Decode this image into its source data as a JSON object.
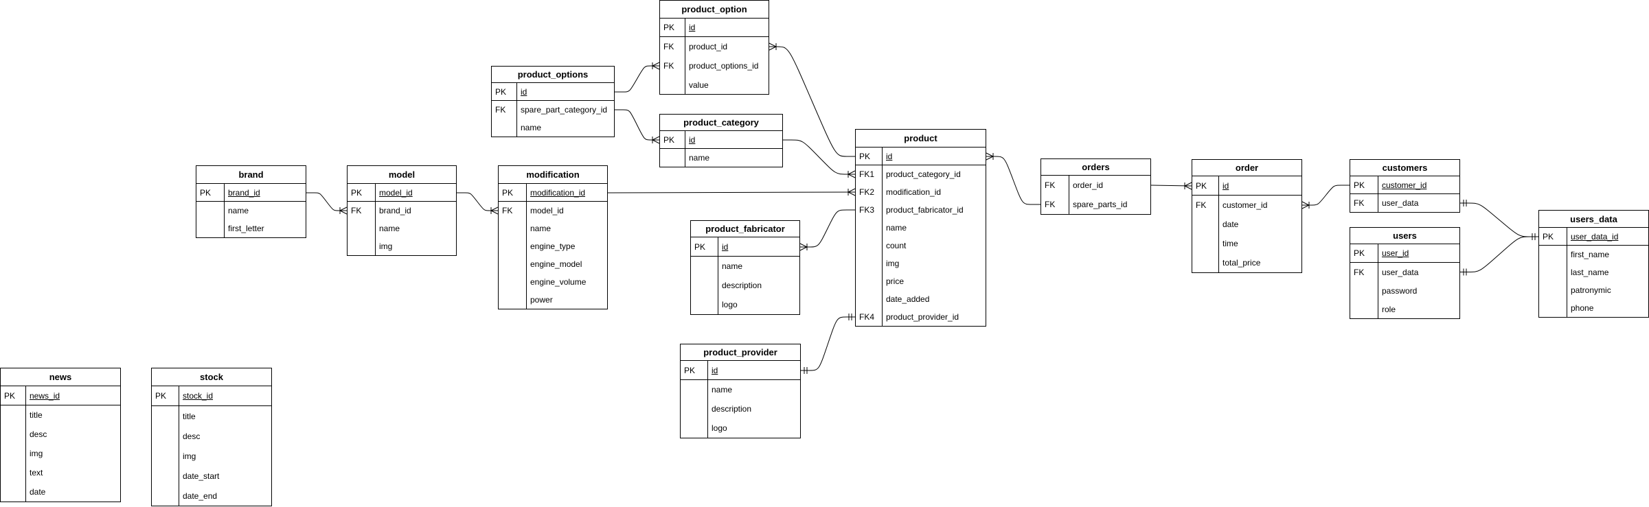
{
  "diagram": {
    "entities": [
      {
        "id": "product_option",
        "title": "product_option",
        "rows": [
          {
            "key": "PK",
            "field": "id",
            "pk": true
          },
          {
            "key": "FK",
            "field": "product_id"
          },
          {
            "key": "FK",
            "field": "product_options_id"
          },
          {
            "key": "",
            "field": "value"
          }
        ]
      },
      {
        "id": "product_options",
        "title": "product_options",
        "rows": [
          {
            "key": "PK",
            "field": "id",
            "pk": true
          },
          {
            "key": "FK",
            "field": "spare_part_category_id"
          },
          {
            "key": "",
            "field": "name"
          }
        ]
      },
      {
        "id": "product_category",
        "title": "product_category",
        "rows": [
          {
            "key": "PK",
            "field": "id",
            "pk": true
          },
          {
            "key": "",
            "field": "name"
          }
        ]
      },
      {
        "id": "product",
        "title": "product",
        "rows": [
          {
            "key": "PK",
            "field": "id",
            "pk": true
          },
          {
            "key": "FK1",
            "field": "product_category_id"
          },
          {
            "key": "FK2",
            "field": "modification_id"
          },
          {
            "key": "FK3",
            "field": "product_fabricator_id"
          },
          {
            "key": "",
            "field": "name"
          },
          {
            "key": "",
            "field": "count"
          },
          {
            "key": "",
            "field": "img"
          },
          {
            "key": "",
            "field": "price"
          },
          {
            "key": "",
            "field": "date_added"
          },
          {
            "key": "FK4",
            "field": "product_provider_id"
          }
        ]
      },
      {
        "id": "brand",
        "title": "brand",
        "rows": [
          {
            "key": "PK",
            "field": "brand_id",
            "pk": true
          },
          {
            "key": "",
            "field": "name"
          },
          {
            "key": "",
            "field": "first_letter"
          }
        ]
      },
      {
        "id": "model",
        "title": "model",
        "rows": [
          {
            "key": "PK",
            "field": "model_id",
            "pk": true
          },
          {
            "key": "FK",
            "field": "brand_id"
          },
          {
            "key": "",
            "field": "name"
          },
          {
            "key": "",
            "field": "img"
          }
        ]
      },
      {
        "id": "modification",
        "title": "modification",
        "rows": [
          {
            "key": "PK",
            "field": "modification_id",
            "pk": true
          },
          {
            "key": "FK",
            "field": "model_id"
          },
          {
            "key": "",
            "field": "name"
          },
          {
            "key": "",
            "field": "engine_type"
          },
          {
            "key": "",
            "field": "engine_model"
          },
          {
            "key": "",
            "field": "engine_volume"
          },
          {
            "key": "",
            "field": "power"
          }
        ]
      },
      {
        "id": "product_fabricator",
        "title": "product_fabricator",
        "rows": [
          {
            "key": "PK",
            "field": "id",
            "pk": true
          },
          {
            "key": "",
            "field": "name"
          },
          {
            "key": "",
            "field": "description"
          },
          {
            "key": "",
            "field": "logo"
          }
        ]
      },
      {
        "id": "product_provider",
        "title": "product_provider",
        "rows": [
          {
            "key": "PK",
            "field": "id",
            "pk": true
          },
          {
            "key": "",
            "field": "name"
          },
          {
            "key": "",
            "field": "description"
          },
          {
            "key": "",
            "field": "logo"
          }
        ]
      },
      {
        "id": "orders",
        "title": "orders",
        "rows": [
          {
            "key": "FK",
            "field": "order_id"
          },
          {
            "key": "FK",
            "field": "spare_parts_id"
          }
        ]
      },
      {
        "id": "order",
        "title": "order",
        "rows": [
          {
            "key": "PK",
            "field": "id",
            "pk": true
          },
          {
            "key": "FK",
            "field": "customer_id"
          },
          {
            "key": "",
            "field": "date"
          },
          {
            "key": "",
            "field": "time"
          },
          {
            "key": "",
            "field": "total_price"
          }
        ]
      },
      {
        "id": "customers",
        "title": "customers",
        "rows": [
          {
            "key": "PK",
            "field": "customer_id",
            "pk": true
          },
          {
            "key": "FK",
            "field": "user_data"
          }
        ]
      },
      {
        "id": "users",
        "title": "users",
        "rows": [
          {
            "key": "PK",
            "field": "user_id",
            "pk": true
          },
          {
            "key": "FK",
            "field": "user_data"
          },
          {
            "key": "",
            "field": "password"
          },
          {
            "key": "",
            "field": "role"
          }
        ]
      },
      {
        "id": "users_data",
        "title": "users_data",
        "rows": [
          {
            "key": "PK",
            "field": "user_data_id",
            "pk": true
          },
          {
            "key": "",
            "field": "first_name"
          },
          {
            "key": "",
            "field": "last_name"
          },
          {
            "key": "",
            "field": "patronymic"
          },
          {
            "key": "",
            "field": "phone"
          }
        ]
      },
      {
        "id": "news",
        "title": "news",
        "rows": [
          {
            "key": "PK",
            "field": "news_id",
            "pk": true
          },
          {
            "key": "",
            "field": "title"
          },
          {
            "key": "",
            "field": "desc"
          },
          {
            "key": "",
            "field": "img"
          },
          {
            "key": "",
            "field": "text"
          },
          {
            "key": "",
            "field": "date"
          }
        ]
      },
      {
        "id": "stock",
        "title": "stock",
        "rows": [
          {
            "key": "PK",
            "field": "stock_id",
            "pk": true
          },
          {
            "key": "",
            "field": "title"
          },
          {
            "key": "",
            "field": "desc"
          },
          {
            "key": "",
            "field": "img"
          },
          {
            "key": "",
            "field": "date_start"
          },
          {
            "key": "",
            "field": "date_end"
          }
        ]
      }
    ],
    "relationships": [
      {
        "from": "product_options.id",
        "to": "product_option.product_options_id",
        "from_card": "none",
        "to_card": "many"
      },
      {
        "from": "product_options.spare_part_category_id",
        "to": "product_category.id",
        "from_card": "none",
        "to_card": "many"
      },
      {
        "from": "product_option.product_id",
        "to": "product.id",
        "from_card": "many",
        "to_card": "none"
      },
      {
        "from": "product_category.id",
        "to": "product.product_category_id",
        "from_card": "none",
        "to_card": "many"
      },
      {
        "from": "modification.modification_id",
        "to": "product.modification_id",
        "from_card": "none",
        "to_card": "many"
      },
      {
        "from": "product_fabricator.id",
        "to": "product.product_fabricator_id",
        "from_card": "many",
        "to_card": "none"
      },
      {
        "from": "product_provider.id",
        "to": "product.product_provider_id",
        "from_card": "one",
        "to_card": "one"
      },
      {
        "from": "brand.brand_id",
        "to": "model.brand_id",
        "from_card": "none",
        "to_card": "many"
      },
      {
        "from": "model.model_id",
        "to": "modification.model_id",
        "from_card": "none",
        "to_card": "many"
      },
      {
        "from": "product.id",
        "to": "orders.spare_parts_id",
        "from_card": "many",
        "to_card": "none"
      },
      {
        "from": "orders.order_id",
        "to": "order.id",
        "from_card": "none",
        "to_card": "many"
      },
      {
        "from": "order.customer_id",
        "to": "customers.customer_id",
        "from_card": "many",
        "to_card": "none"
      },
      {
        "from": "customers.user_data",
        "to": "users_data.user_data_id",
        "from_card": "one",
        "to_card": "one"
      },
      {
        "from": "users.user_data",
        "to": "users_data.user_data_id",
        "from_card": "one",
        "to_card": "none"
      }
    ]
  }
}
